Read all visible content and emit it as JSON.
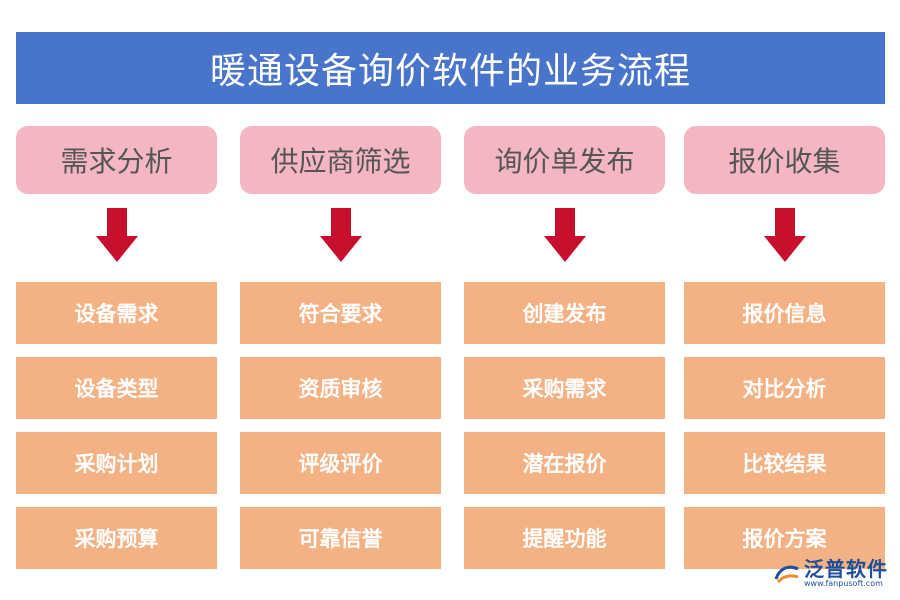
{
  "title": "暖通设备询价软件的业务流程",
  "stages": [
    {
      "label": "需求分析",
      "items": [
        "设备需求",
        "设备类型",
        "采购计划",
        "采购预算"
      ]
    },
    {
      "label": "供应商筛选",
      "items": [
        "符合要求",
        "资质审核",
        "评级评价",
        "可靠信誉"
      ]
    },
    {
      "label": "询价单发布",
      "items": [
        "创建发布",
        "采购需求",
        "潜在报价",
        "提醒功能"
      ]
    },
    {
      "label": "报价收集",
      "items": [
        "报价信息",
        "对比分析",
        "比较结果",
        "报价方案"
      ]
    }
  ],
  "logo": {
    "name": "泛普软件",
    "url": "www.fanpusoft.com"
  },
  "colors": {
    "title_bg": "#4874cb",
    "stage_bg": "#f4b6c2",
    "arrow": "#c8102e",
    "item_bg": "#f4b183"
  }
}
